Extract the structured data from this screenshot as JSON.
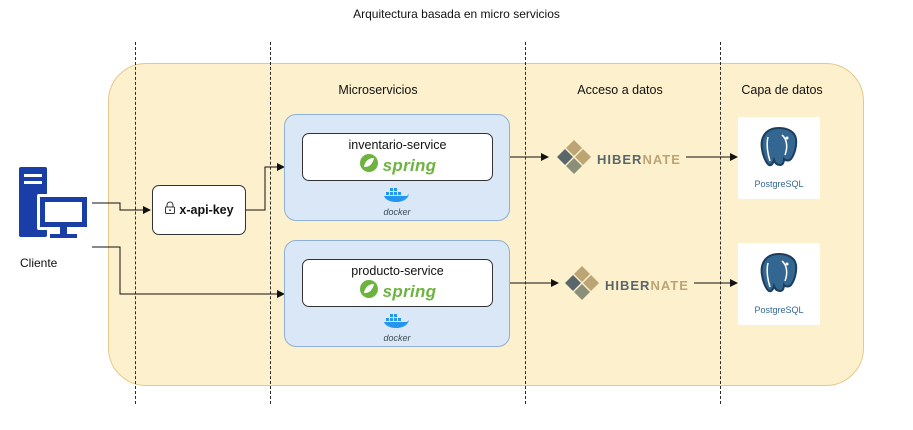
{
  "title": "Arquitectura basada en micro servicios",
  "columns": {
    "microservicios": "Microservicios",
    "acceso": "Acceso a datos",
    "capa": "Capa de datos"
  },
  "client": {
    "label": "Cliente",
    "icon": "desktop-computer-icon"
  },
  "gateway": {
    "label": "x-api-key",
    "icon": "lock-icon"
  },
  "services": [
    {
      "name": "inventario-service",
      "framework": "spring",
      "container": "docker"
    },
    {
      "name": "producto-service",
      "framework": "spring",
      "container": "docker"
    }
  ],
  "orm": {
    "part1": "HIBER",
    "part2": "NATE"
  },
  "database": {
    "part1": "Postgre",
    "part2": "SQL"
  },
  "colors": {
    "zone": "#fdf0cc",
    "service_box": "#dae7f7",
    "spring": "#6db33f",
    "docker": "#2496ed",
    "client": "#1a3ea8",
    "postgres": "#336791"
  }
}
